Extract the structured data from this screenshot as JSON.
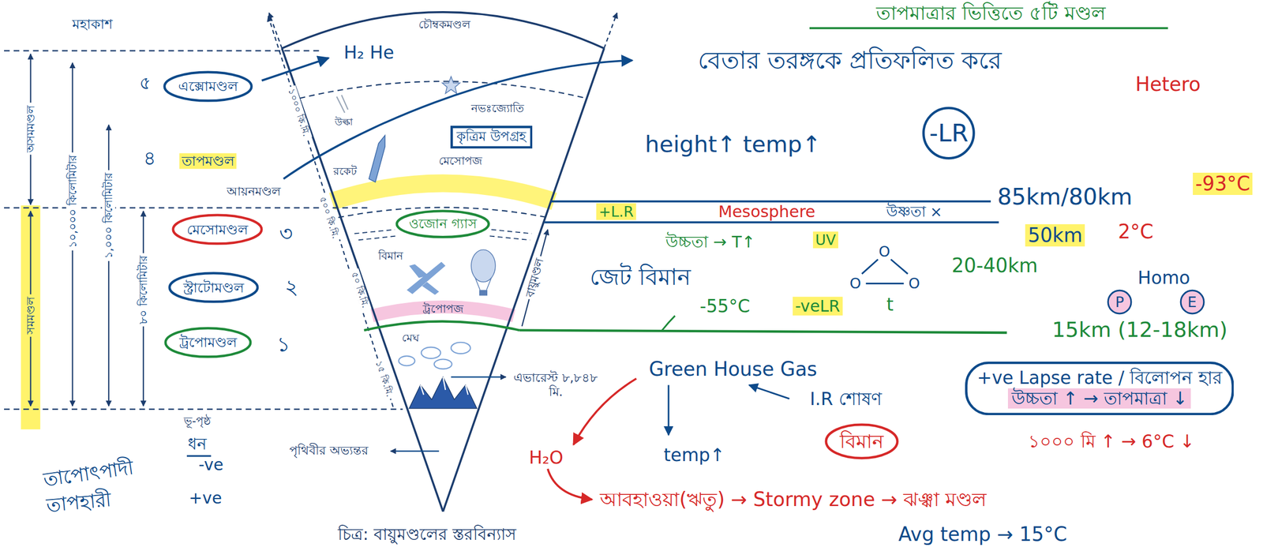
{
  "diagram": {
    "title": "তাপমাত্রার ভিত্তিতে ৫টি মণ্ডল",
    "caption": "চিত্র: বায়ুমণ্ডলের স্তরবিন্যাস",
    "nodes": [
      {
        "text": [
          "এক্সোমণ্ডল"
        ]
      },
      {
        "text": [
          "কৃত্রিম উপগ্রহ"
        ]
      },
      {
        "text": [
          "-LR"
        ]
      },
      {
        "text": [
          "মেসোমণ্ডল"
        ]
      },
      {
        "text": [
          "ওজোন গ্যাস"
        ]
      },
      {
        "text": [
          "স্ট্রাটোমণ্ডল"
        ]
      },
      {
        "text": [
          "P"
        ]
      },
      {
        "text": [
          "E"
        ]
      },
      {
        "text": [
          "ট্রপোমণ্ডল"
        ]
      },
      {
        "text": [
          "+ve Lapse rate / বিলোপন হার",
          "উচ্চতা ↑ → তাপমাত্রা ↓"
        ]
      },
      {
        "text": [
          "বিমান"
        ]
      }
    ],
    "labels": [
      "মহাকাশ",
      "অসমমণ্ডল",
      "সমমণ্ডল",
      "১০,০০০ কিলোমিটার",
      "১,০০০ কিলোমিটার",
      "৮০ কিলোমিটার",
      "৫",
      "৪",
      "তাপমণ্ডল",
      "আয়নমণ্ডল",
      "৩",
      "২",
      "১",
      "ভূ-পৃষ্ঠ",
      "ধন",
      "-ve",
      "তাপোৎপাদী",
      "+ve",
      "তাপহারী",
      "চৌম্বকমণ্ডল",
      "H₂ He",
      "১০০০ কি.মি.",
      "৫০০ কি.মি.",
      "৫০ কি.মি.",
      "১৫ কি.মি.",
      "উল্কা",
      "নভঃজ্যোতি",
      "রকেট",
      "মেসোপজ",
      "বিমান",
      "ট্রপোপজ",
      "মেঘ",
      "বায়ুমণ্ডল",
      "এভারেস্ট ৮,৮৪৮ মি.",
      "পৃথিবীর অভ্যন্তর",
      "বেতার তরঙ্গকে প্রতিফলিত করে",
      "Hetero",
      "height↑ temp↑",
      "+L.R",
      "Mesosphere",
      "উষ্ণতা ×",
      "85km/80km",
      "-93°C",
      "উচ্চতা → T↑",
      "UV",
      "O",
      "O",
      "O",
      "20-40km",
      "জেট বিমান",
      "50km",
      "2°C",
      "-55°C",
      "-veLR",
      "t",
      "Homo",
      "15km (12-18km)",
      "Green House Gas",
      "I.R শোষণ",
      "temp↑",
      "H₂O",
      "১০০০ মি ↑ → 6°C ↓",
      "আবহাওয়া(ঋতু) → Stormy zone → ঝঞ্ঝা মণ্ডল",
      "Avg temp → 15°C"
    ]
  }
}
